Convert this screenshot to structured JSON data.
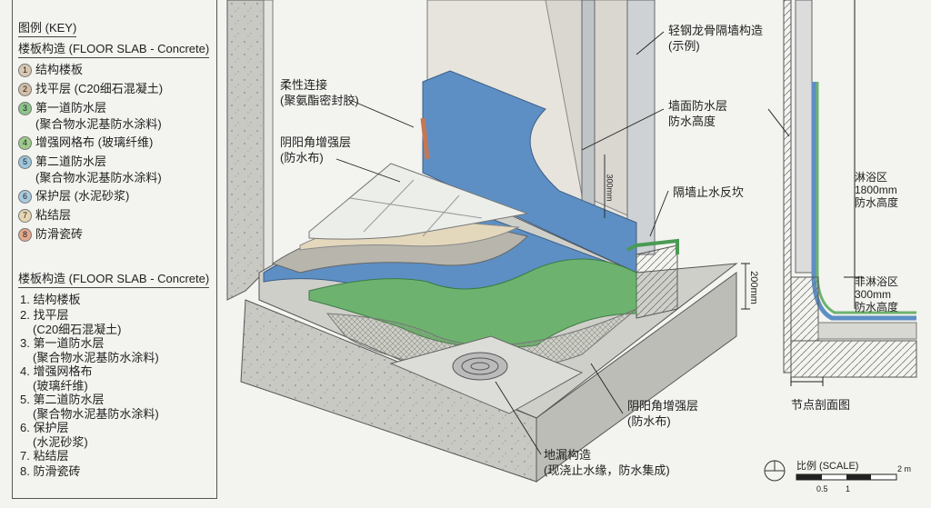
{
  "legend": {
    "title": "图例 (KEY)",
    "section1_title": "楼板构造 (FLOOR SLAB - Concrete)",
    "items": [
      {
        "n": "1",
        "text": "结构楼板",
        "color": "#d8c8b0"
      },
      {
        "n": "2",
        "text": "找平层 (C20细石混凝土)",
        "color": "#d4bfa6"
      },
      {
        "n": "3",
        "text": "第一道防水层",
        "sub": "(聚合物水泥基防水涂料)",
        "color": "#8cc48a"
      },
      {
        "n": "4",
        "text": "增强网格布 (玻璃纤维)",
        "color": "#9ccb8a"
      },
      {
        "n": "5",
        "text": "第二道防水层",
        "sub": "(聚合物水泥基防水涂料)",
        "color": "#9cc6dc"
      },
      {
        "n": "6",
        "text": "保护层 (水泥砂浆)",
        "color": "#a9cbe0"
      },
      {
        "n": "7",
        "text": "粘结层",
        "color": "#e6d6b4"
      },
      {
        "n": "8",
        "text": "防滑瓷砖",
        "color": "#e2a88e"
      }
    ],
    "section2_title": "楼板构造 (FLOOR SLAB - Concrete)",
    "list": [
      {
        "text": "1. 结构楼板"
      },
      {
        "text": "2. 找平层",
        "sub": "(C20细石混凝土)"
      },
      {
        "text": "3. 第一道防水层",
        "sub": "(聚合物水泥基防水涂料)"
      },
      {
        "text": "4. 增强网格布",
        "sub": "(玻璃纤维)"
      },
      {
        "text": "5. 第二道防水层",
        "sub": "(聚合物水泥基防水涂料)"
      },
      {
        "text": "6. 保护层",
        "sub": "(水泥砂浆)"
      },
      {
        "text": "7. 粘结层"
      },
      {
        "text": "8. 防滑瓷砖"
      }
    ]
  },
  "callouts": {
    "flex_joint": [
      "柔性连接",
      "(聚氨酯密封胶)"
    ],
    "corner_reinf_top": [
      "阴阳角增强层",
      "(防水布)"
    ],
    "partition": [
      "轻钢龙骨隔墙构造",
      "(示例)"
    ],
    "wall_wp": [
      "墙面防水层",
      "防水高度"
    ],
    "curb": "隔墙止水反坎",
    "dim_200": "200mm",
    "dim_300": "300mm",
    "corner_reinf_bottom": [
      "阴阳角增强层",
      "(防水布)"
    ],
    "drain": [
      "地漏构造",
      "(现浇止水缘，防水集成)"
    ]
  },
  "section": {
    "shower": [
      "淋浴区",
      "1800mm",
      "防水高度"
    ],
    "non_shower": [
      "非淋浴区",
      "300mm",
      "防水高度"
    ],
    "title": "节点剖面图"
  },
  "scale": {
    "title": "比例 (SCALE)",
    "end": "2 m",
    "ticks": [
      "0.5",
      "1"
    ]
  }
}
